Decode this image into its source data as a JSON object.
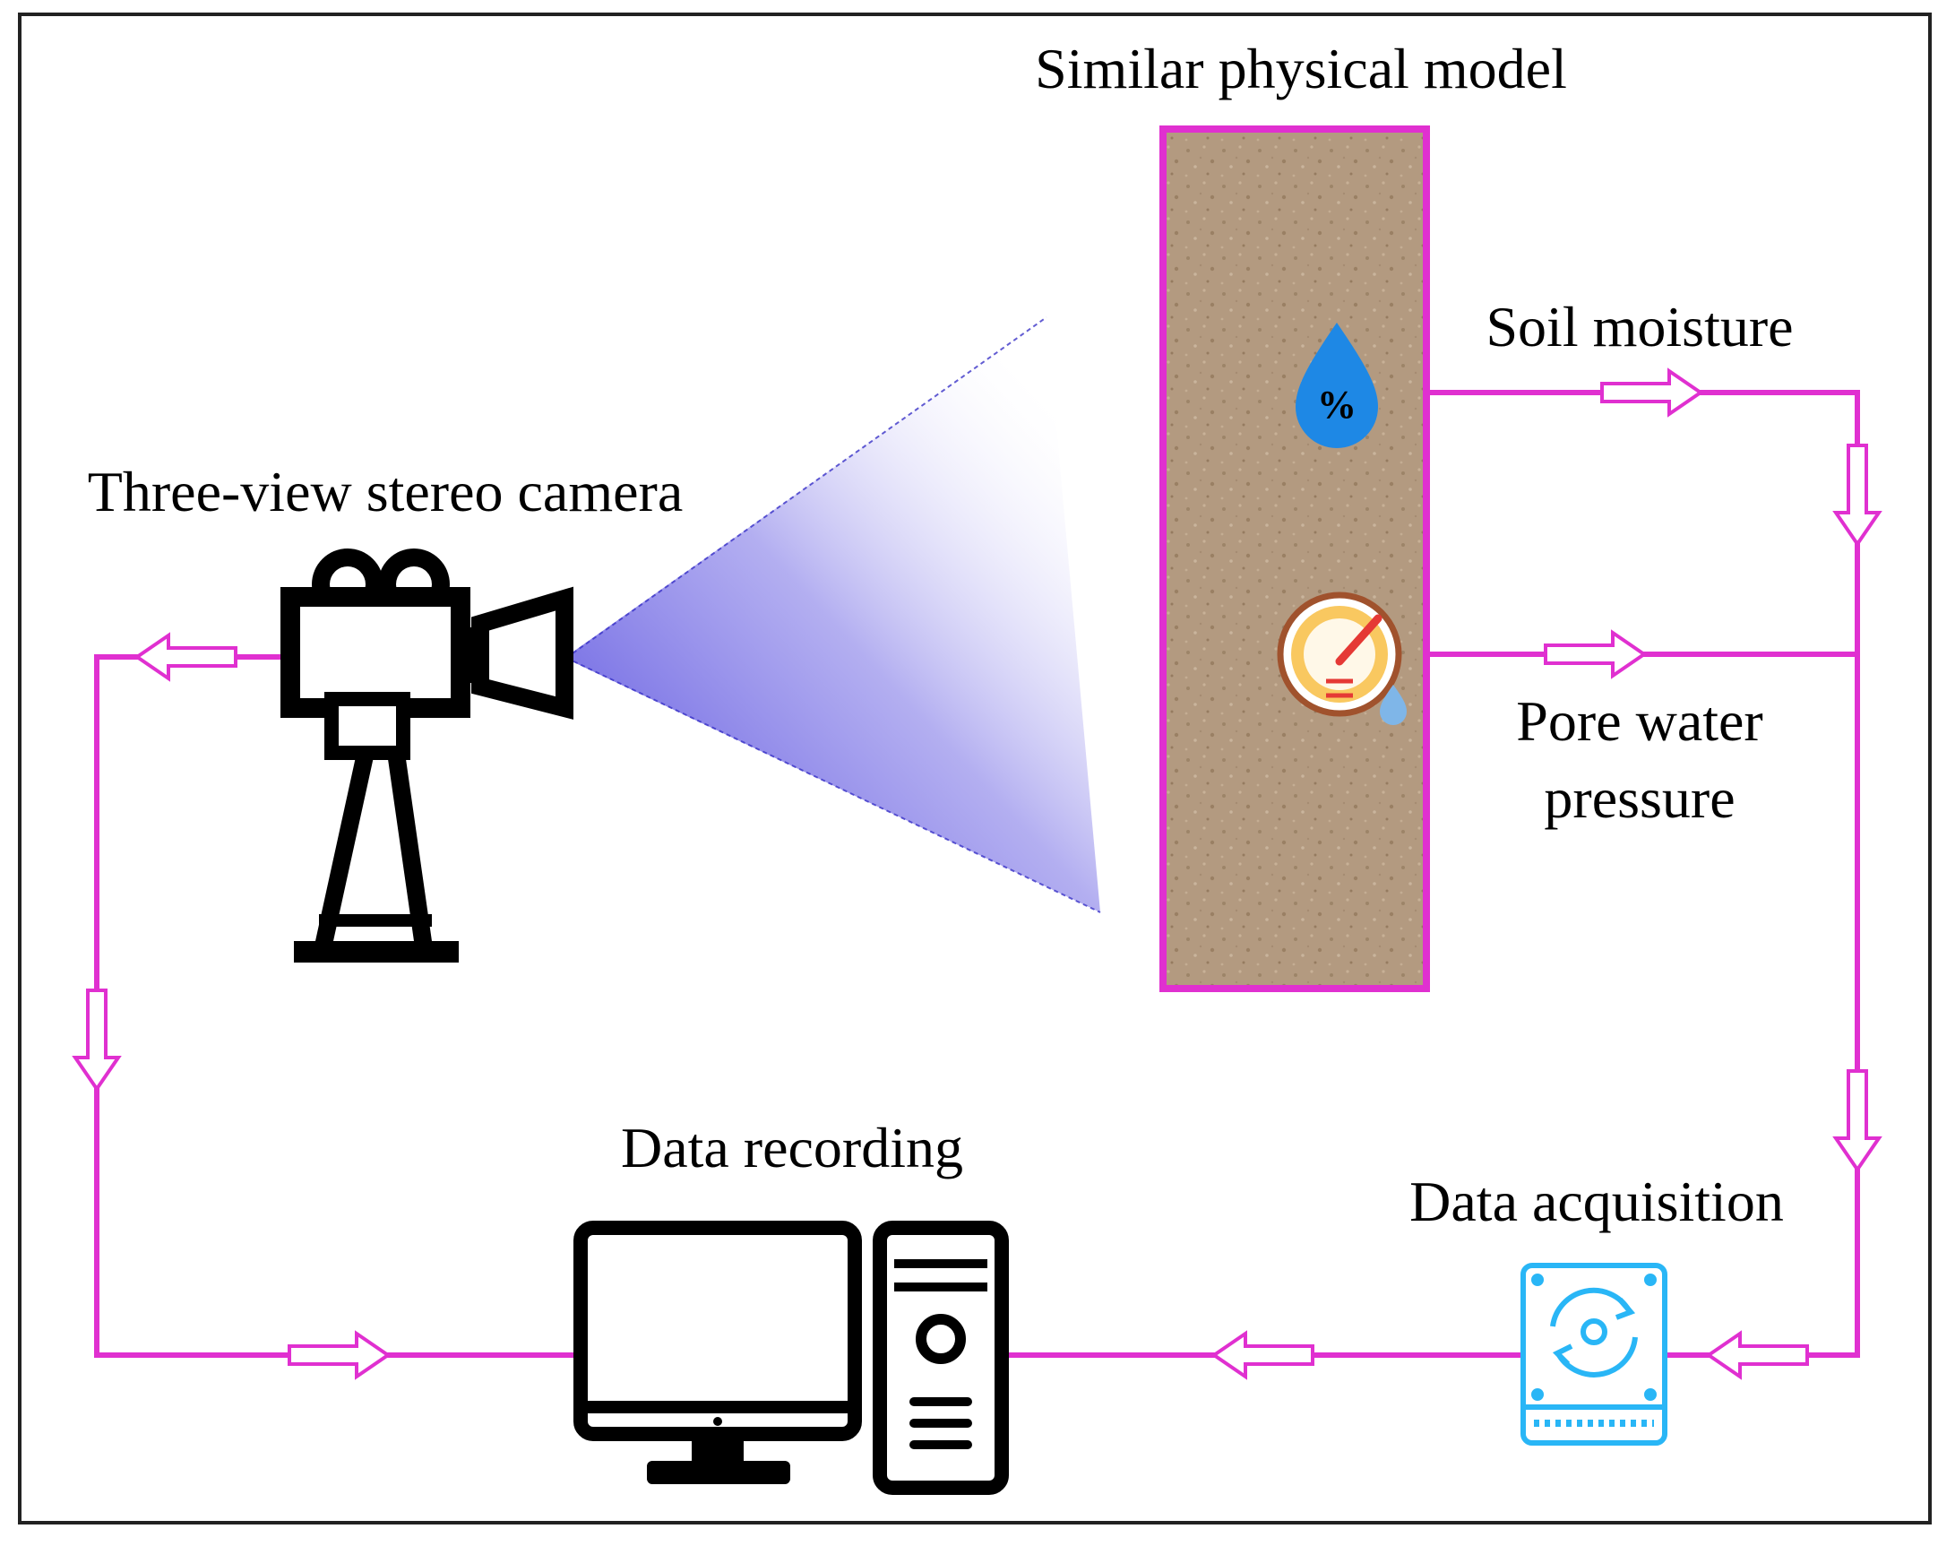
{
  "labels": {
    "model": "Similar physical model",
    "soil_moisture": "Soil moisture",
    "pore_water_line1": "Pore water",
    "pore_water_line2": "pressure",
    "camera": "Three-view stereo camera",
    "recording": "Data recording",
    "acquisition": "Data acquisition",
    "percent_symbol": "%"
  },
  "colors": {
    "connector": "#e030d0",
    "model_border": "#e030d0",
    "soil": "#b59a80",
    "frustum": "#5a52e0",
    "moisture_icon": "#1e88e5",
    "acquisition_icon": "#29b6f6",
    "gauge_needle": "#e53935",
    "gauge_face": "#f9c860",
    "frame": "#222222"
  },
  "icons": {
    "camera": "video-camera-tripod-icon",
    "moisture": "water-drop-percent-icon",
    "pressure": "pressure-gauge-icon",
    "acquisition": "hard-drive-sync-icon",
    "computer": "desktop-computer-icon"
  }
}
